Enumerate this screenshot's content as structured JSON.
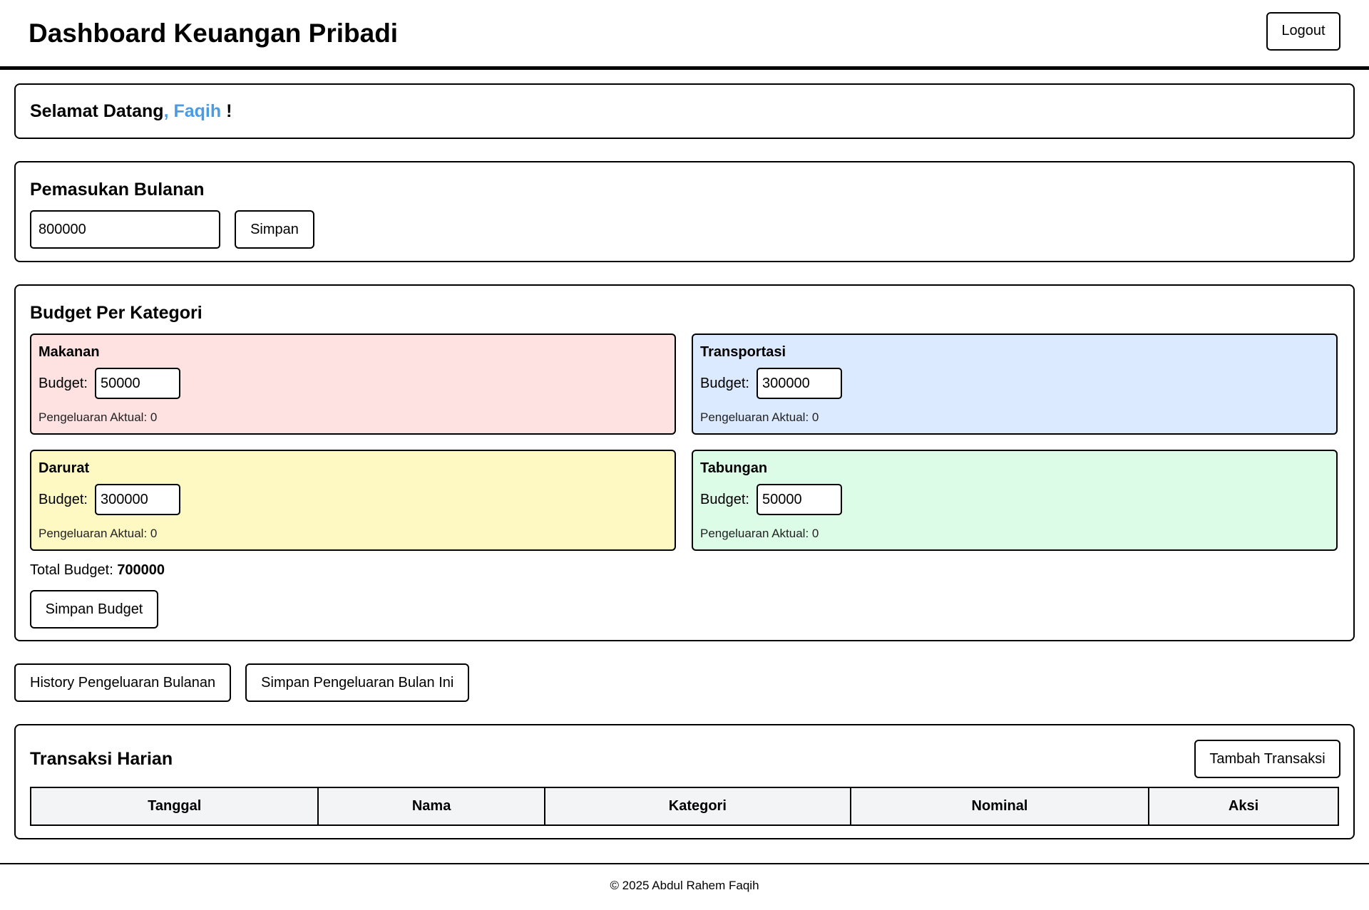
{
  "header": {
    "title": "Dashboard Keuangan Pribadi",
    "logout_label": "Logout"
  },
  "welcome": {
    "greeting": "Selamat Datang",
    "name": ", Faqih",
    "suffix": " !"
  },
  "income": {
    "title": "Pemasukan Bulanan",
    "value": "800000",
    "save_label": "Simpan"
  },
  "budget": {
    "title": "Budget Per Kategori",
    "budget_label": "Budget:",
    "categories": [
      {
        "name": "Makanan",
        "budget": "50000",
        "actual": "Pengeluaran Aktual: 0",
        "color": "#fee2e2"
      },
      {
        "name": "Transportasi",
        "budget": "300000",
        "actual": "Pengeluaran Aktual: 0",
        "color": "#dbeafe"
      },
      {
        "name": "Darurat",
        "budget": "300000",
        "actual": "Pengeluaran Aktual: 0",
        "color": "#fef9c3"
      },
      {
        "name": "Tabungan",
        "budget": "50000",
        "actual": "Pengeluaran Aktual: 0",
        "color": "#dcfce7"
      }
    ],
    "total_label": "Total Budget:",
    "total_value": "700000",
    "save_label": "Simpan Budget"
  },
  "actions": {
    "history_label": "History Pengeluaran Bulanan",
    "save_month_label": "Simpan Pengeluaran Bulan Ini"
  },
  "transactions": {
    "title": "Transaksi Harian",
    "add_label": "Tambah Transaksi",
    "columns": [
      "Tanggal",
      "Nama",
      "Kategori",
      "Nominal",
      "Aksi"
    ]
  },
  "footer": {
    "text": "© 2025 Abdul Rahem Faqih"
  }
}
